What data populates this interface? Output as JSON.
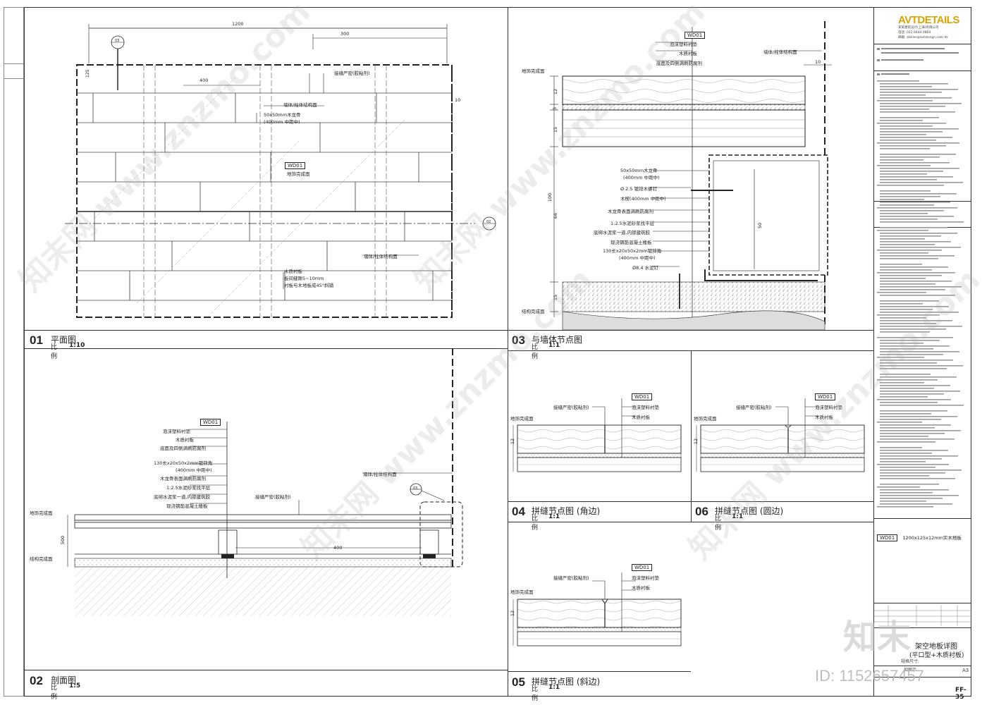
{
  "panels": {
    "p01": {
      "num": "01",
      "title": "平面图",
      "scale_label": "比例",
      "scale_value": "1:10"
    },
    "p02": {
      "num": "02",
      "title": "剖面图",
      "scale_label": "比例",
      "scale_value": "1:5"
    },
    "p03": {
      "num": "03",
      "title": "与墙体节点图",
      "scale_label": "比例",
      "scale_value": "1:1"
    },
    "p04": {
      "num": "04",
      "title": "拼缝节点图 (角边)",
      "scale_label": "比例",
      "scale_value": "1:1"
    },
    "p05": {
      "num": "05",
      "title": "拼缝节点图 (斜边)",
      "scale_label": "比例",
      "scale_value": "1:1"
    },
    "p06": {
      "num": "06",
      "title": "拼缝节点图 (圆边)",
      "scale_label": "比例",
      "scale_value": "1:1"
    }
  },
  "plan": {
    "dim_total": "1200",
    "dim_part": "300",
    "dim_400": "400",
    "dim_125": "125",
    "dim_10": "10",
    "section_tag_top": "03",
    "section_tag_right": "02",
    "labels": {
      "seam": "接缝严密(胶粘剂)",
      "wall": "墙体/柱体结构面",
      "keel": "50x50mm木龙骨",
      "keel_spacing": "(400mm 中距中)",
      "finish": "地饰完成面",
      "wall2": "墙体/柱体结构面",
      "liner1": "木质衬板",
      "liner2": "板间缝隙5~10mm",
      "liner3": "衬板与木地板成45°斜铺"
    },
    "tag": "WD01"
  },
  "section02": {
    "tag": "WD01",
    "dim_400": "400",
    "dim_500": "500",
    "callout": "03",
    "labels": [
      "泡沫塑料衬垫",
      "木质衬板",
      "底面及四侧满刷防腐剂",
      "130长x20x50x2mm镀锌角",
      "(400mm 中距中)",
      "木龙骨表面满刷防腐剂",
      "1:2.5水泥砂浆找平层",
      "底绑水泥浆一道,内掺建筑胶",
      "现浇钢筋混凝土楼板"
    ],
    "seam": "接缝严密(胶粘剂)",
    "wall": "墙体/柱体结构面",
    "finish_top": "地饰完成面",
    "finish_bottom": "结构完成面"
  },
  "detail03": {
    "tag": "WD01",
    "labels_top": [
      "泡沫塑料衬垫",
      "木质衬板",
      "底面及四侧满刷防腐剂"
    ],
    "wall": "墙体/柱体结构面",
    "dim_10": "10",
    "finish_top": "地饰完成面",
    "finish_bottom": "结构完成面",
    "dim_100": "100",
    "dim_12": "12",
    "dim_3": "3",
    "dim_15": "15",
    "dim_66": "66",
    "dim_50": "50",
    "labels_mid": [
      "50x50mm木龙骨",
      "(400mm 中距中)",
      "Ø 2.5 镀锌木螺钉",
      "木楔(400mm 中距中)",
      "木龙骨表面满刷防腐剂",
      "1:2.5水泥砂浆找平层",
      "底绑水泥浆一道,内掺建筑胶",
      "现浇钢筋混凝土楼板",
      "130长x20x50x2mm镀锌角",
      "(400mm 中距中)",
      "Ø8.4 水泥钉"
    ]
  },
  "seam_details": {
    "tag": "WD01",
    "seam": "接缝严密(胶粘剂)",
    "pad": "泡沫塑料衬垫",
    "liner": "木质衬板",
    "finish": "地饰完成面",
    "dim_12": "12"
  },
  "sidebar": {
    "brand": "AVTDETAILS",
    "company": "某某建筑设计(上海)有限公司",
    "phone": "电话: 021 6444 0864",
    "email": "邮箱: atelier@avtdesign.com.hk",
    "legend_code": "WD01",
    "legend_text": "1200x125x12mm实木地板",
    "drawing_title_1": "架空地板详图",
    "drawing_title_2": "(平口型+木质衬板)",
    "scale_label": "如图示",
    "paper": "A3",
    "sheet_no": "FF-35",
    "dim_row": "规格尺寸:"
  },
  "watermark": {
    "cn": "知末网",
    "url": "www.znzmo.com",
    "logo": "知末",
    "id": "ID: 1152657457"
  }
}
